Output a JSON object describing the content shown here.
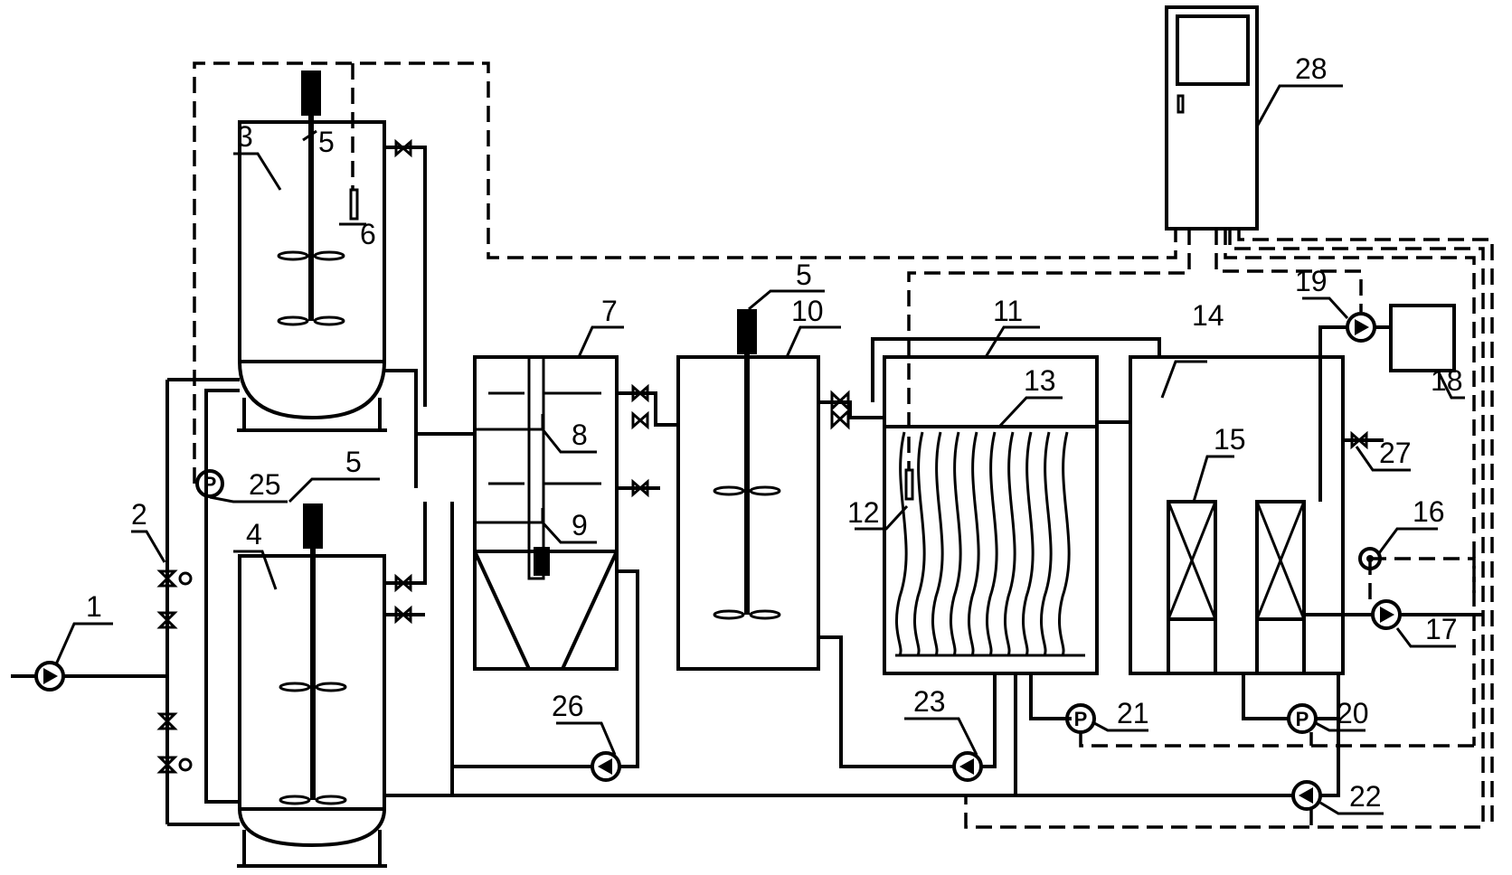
{
  "labels": {
    "n1": "1",
    "n2": "2",
    "n3": "3",
    "n4": "4",
    "n5a": "5",
    "n5b": "5",
    "n5c": "5",
    "n6": "6",
    "n7": "7",
    "n8": "8",
    "n9": "9",
    "n10": "10",
    "n11": "11",
    "n12": "12",
    "n13": "13",
    "n14": "14",
    "n15": "15",
    "n16": "16",
    "n17": "17",
    "n18": "18",
    "n19": "19",
    "n20": "20",
    "n21": "21",
    "n22": "22",
    "n23": "23",
    "n25": "25",
    "n26": "26",
    "n27": "27",
    "n28": "28"
  },
  "gauge_letter": "P",
  "colors": {
    "line": "#000000",
    "background": "#ffffff"
  }
}
